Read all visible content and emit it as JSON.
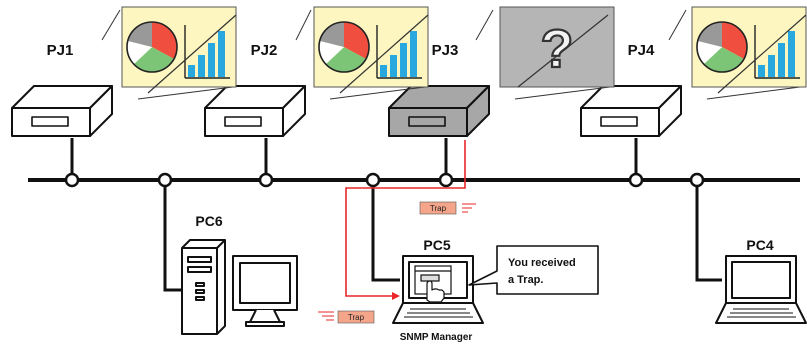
{
  "projectors": [
    {
      "id": "PJ1",
      "label": "PJ1",
      "status": "normal"
    },
    {
      "id": "PJ2",
      "label": "PJ2",
      "status": "normal"
    },
    {
      "id": "PJ3",
      "label": "PJ3",
      "status": "error"
    },
    {
      "id": "PJ4",
      "label": "PJ4",
      "status": "normal"
    }
  ],
  "screens": {
    "normal_content": "pie-and-bar-chart",
    "error_symbol": "?"
  },
  "pcs": {
    "pc4": {
      "label": "PC4"
    },
    "pc5": {
      "label": "PC5",
      "caption": "SNMP Manager"
    },
    "pc6": {
      "label": "PC6"
    }
  },
  "trap": {
    "label": "Trap",
    "badge_color": "#f5a58a",
    "path_color": "#e8262a"
  },
  "bubble": {
    "line1": "You received",
    "line2": "a Trap."
  },
  "colors": {
    "screen_bg": "#fdf6c0",
    "error_screen_bg": "#b5b5b5",
    "pie_red": "#f04e3e",
    "pie_green": "#7cc576",
    "pie_gray": "#999999",
    "pie_white": "#ffffff",
    "bar_blue": "#29a8e0",
    "bus": "#111111"
  }
}
